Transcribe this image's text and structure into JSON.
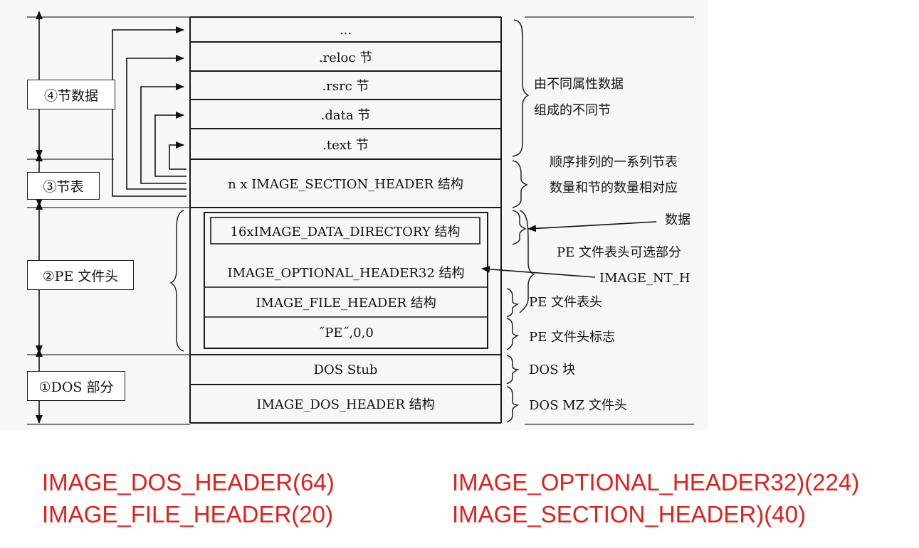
{
  "diagram": {
    "sections": {
      "dots": "...",
      "reloc": ".reloc 节",
      "rsrc": ".rsrc 节",
      "data": ".data 节",
      "text": ".text 节",
      "section_header": "n x IMAGE_SECTION_HEADER 结构",
      "data_directory": "16xIMAGE_DATA_DIRECTORY 结构",
      "optional_header": "IMAGE_OPTIONAL_HEADER32 结构",
      "file_header": "IMAGE_FILE_HEADER 结构",
      "pe_signature": "˝PE˝,0,0",
      "dos_stub": "DOS Stub",
      "dos_header": "IMAGE_DOS_HEADER 结构"
    },
    "labels": {
      "section_data": "④节数据",
      "section_table": "③节表",
      "pe_header": "②PE 文件头",
      "dos_part": "①DOS 部分"
    },
    "notes": {
      "section_data_1": "由不同属性数据",
      "section_data_2": "组成的不同节",
      "section_table_1": "顺序排列的一系列节表",
      "section_table_2": "数量和节的数量相对应",
      "data_dir": "数据",
      "optional_desc": "PE 文件表头可选部分",
      "nt_headers": "IMAGE_NT_H",
      "file_header": "PE 文件表头",
      "pe_sig": "PE 文件头标志",
      "dos_stub": "DOS 块",
      "dos_header": "DOS MZ 文件头"
    }
  },
  "sizes": {
    "color": "#e0201a",
    "dos_header": "IMAGE_DOS_HEADER(64)",
    "file_header": "IMAGE_FILE_HEADER(20)",
    "optional_header": "IMAGE_OPTIONAL_HEADER32)(224)",
    "section_header": "IMAGE_SECTION_HEADER)(40)"
  }
}
